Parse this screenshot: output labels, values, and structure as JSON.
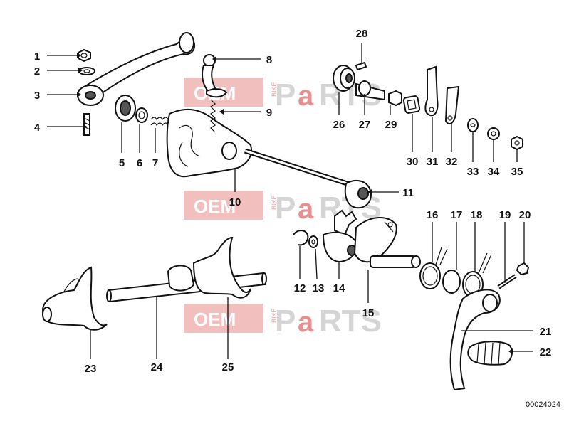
{
  "diagram": {
    "part_numbers": [
      "1",
      "2",
      "3",
      "4",
      "5",
      "6",
      "7",
      "8",
      "9",
      "10",
      "11",
      "12",
      "13",
      "14",
      "15",
      "16",
      "17",
      "18",
      "19",
      "20",
      "21",
      "22",
      "23",
      "24",
      "25",
      "26",
      "27",
      "28",
      "29",
      "30",
      "31",
      "32",
      "33",
      "34",
      "35"
    ],
    "diagram_code": "00024024"
  },
  "watermark": {
    "oem": "OEM",
    "bike": "BIKE",
    "p": "P",
    "a": "a",
    "rts": "RTS"
  }
}
